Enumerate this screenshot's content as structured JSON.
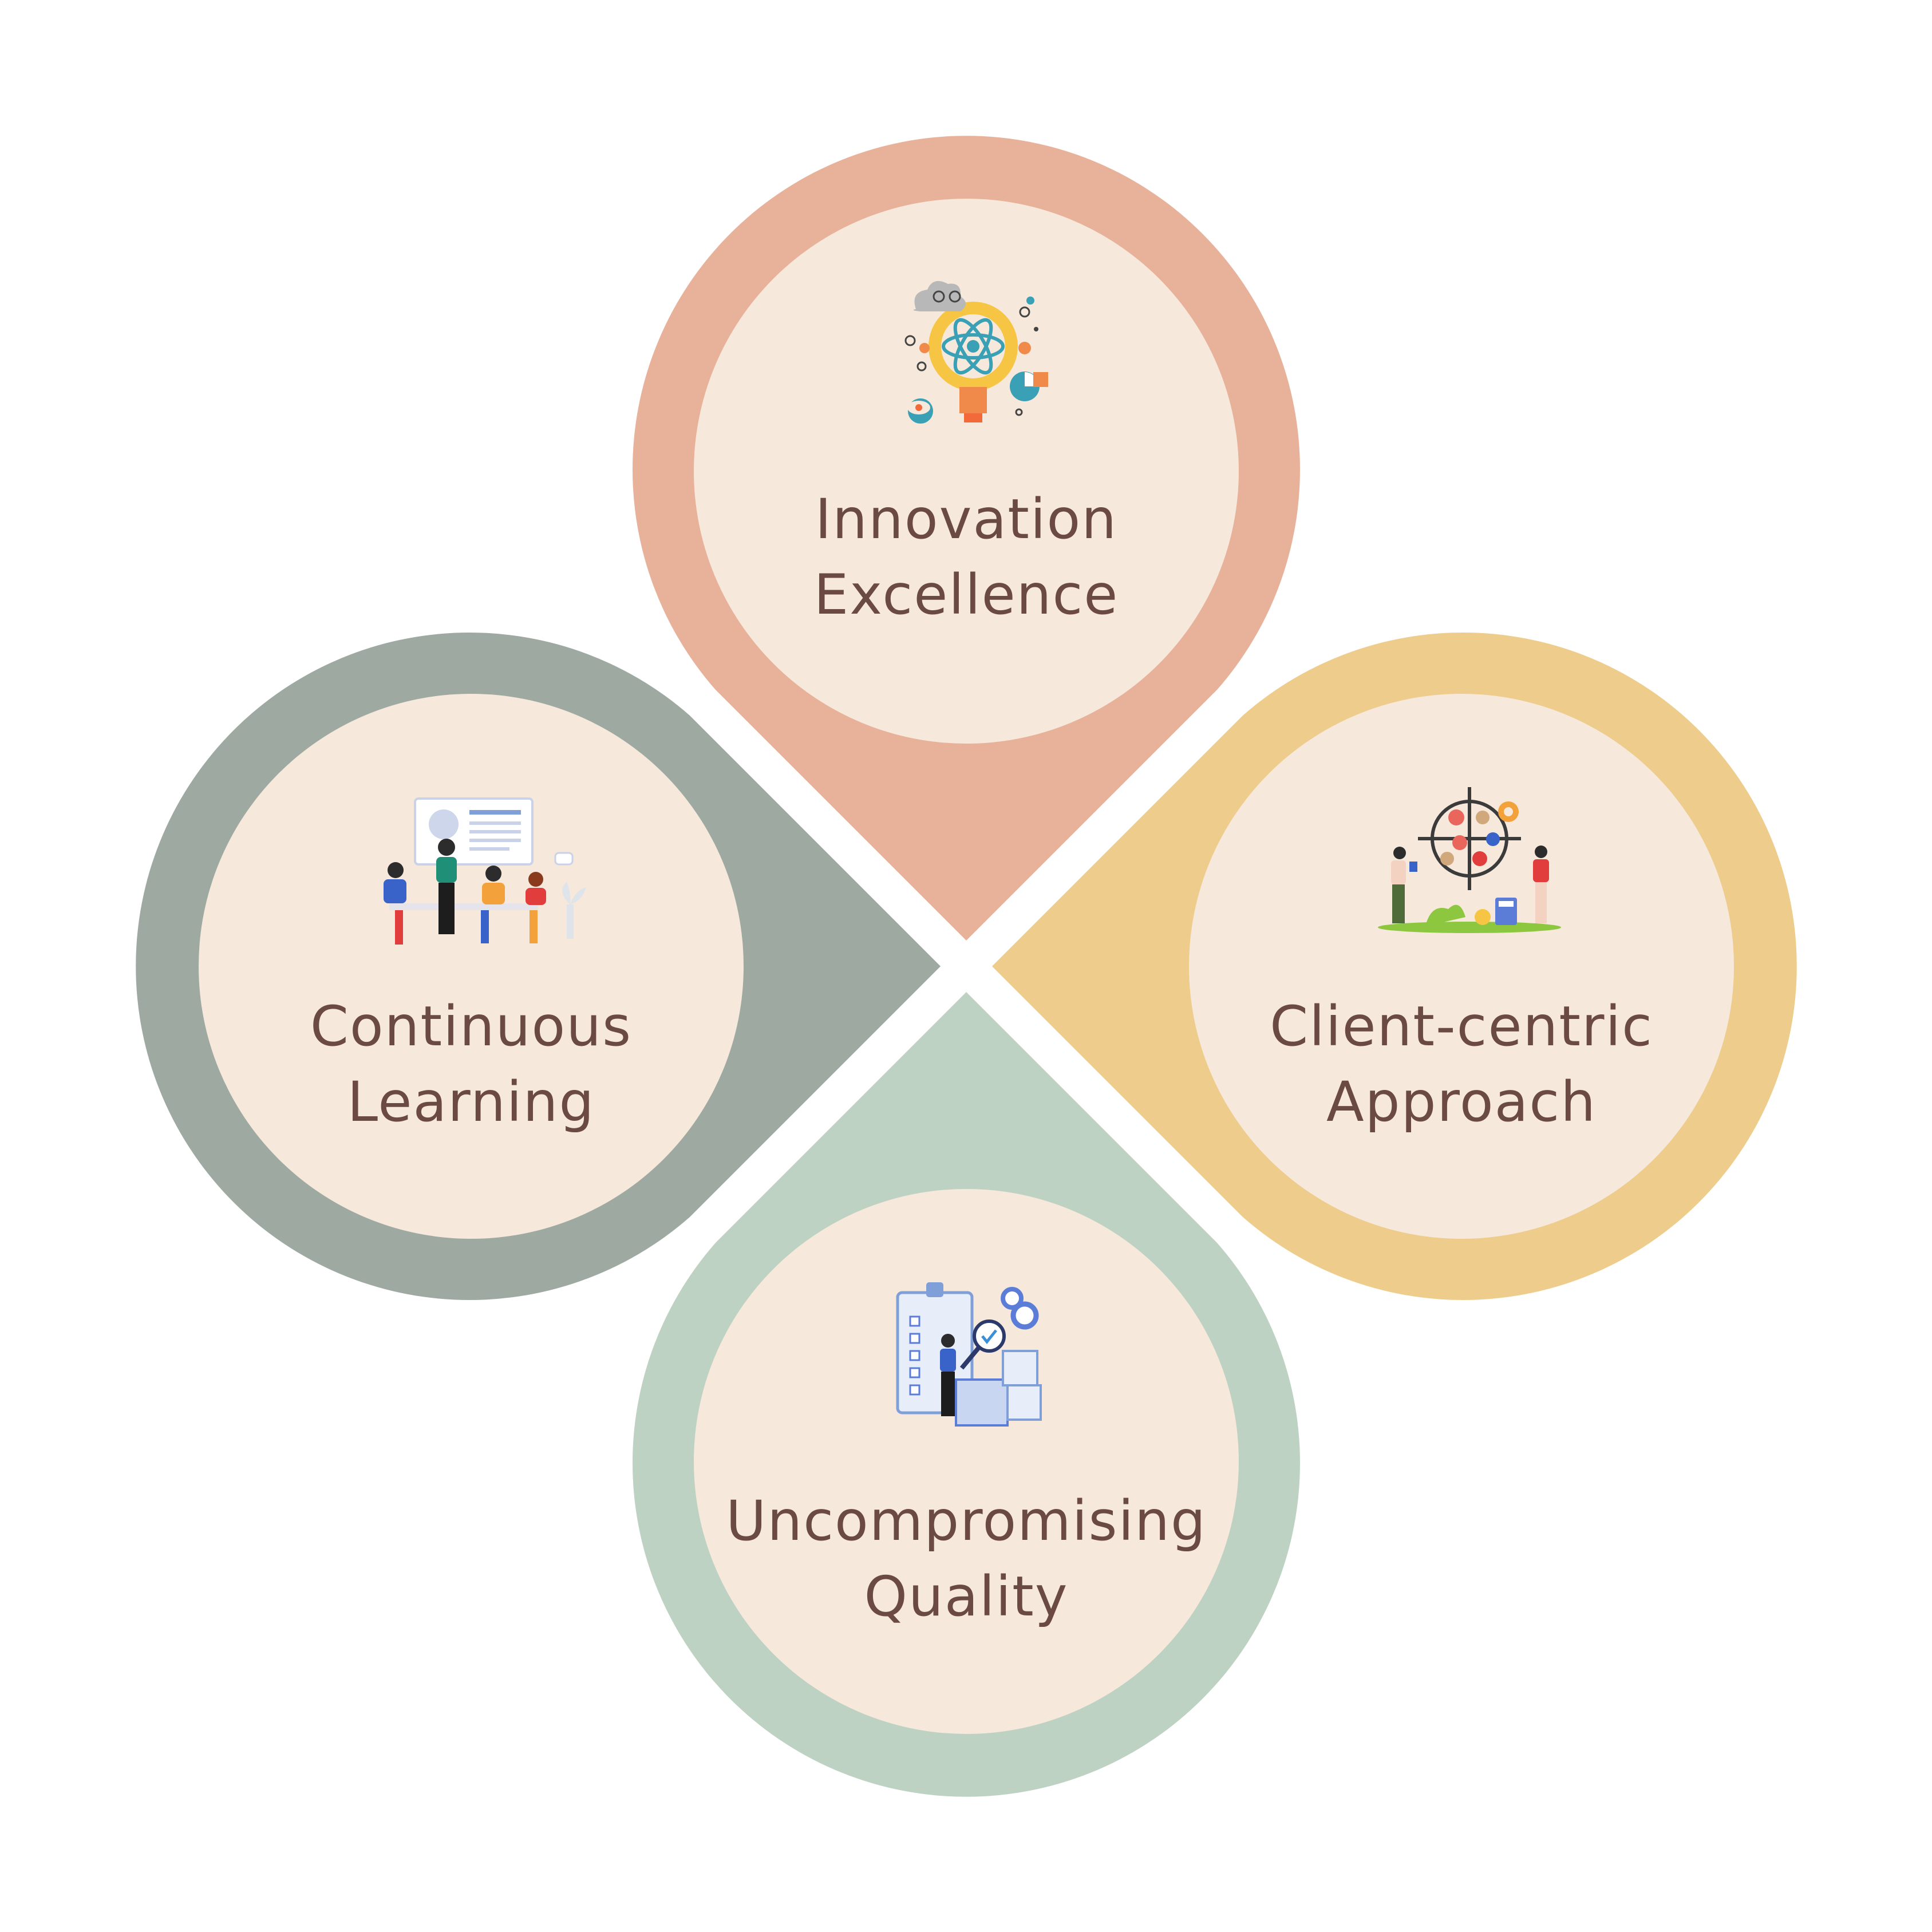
{
  "diagram": {
    "colors": {
      "background": "#ffffff",
      "inner_fill": "#f6e8db",
      "text": "#6a4a42",
      "top_petal": "#e8b199",
      "left_petal": "#9eaaa1",
      "right_petal": "#eecc8c",
      "bottom_petal": "#bed2c4"
    },
    "petals": [
      {
        "id": "top",
        "line1": "Innovation",
        "line2": "Excellence",
        "icon": "lightbulb-atom-icon"
      },
      {
        "id": "left",
        "line1": "Continuous",
        "line2": "Learning",
        "icon": "team-meeting-icon"
      },
      {
        "id": "right",
        "line1": "Client-centric",
        "line2": "Approach",
        "icon": "client-target-icon"
      },
      {
        "id": "bottom",
        "line1": "Uncompromising",
        "line2": "Quality",
        "icon": "quality-inspection-icon"
      }
    ]
  }
}
